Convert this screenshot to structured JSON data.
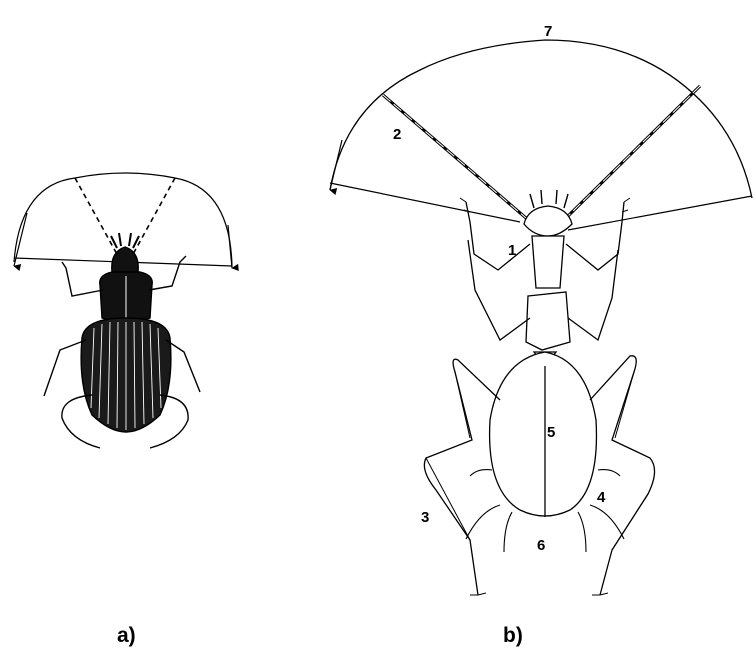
{
  "captions": {
    "a": "a)",
    "b": "b)"
  },
  "labels": {
    "n1": "1",
    "n2": "2",
    "n3": "3",
    "n4": "4",
    "n5": "5",
    "n6": "6",
    "n7": "7"
  }
}
